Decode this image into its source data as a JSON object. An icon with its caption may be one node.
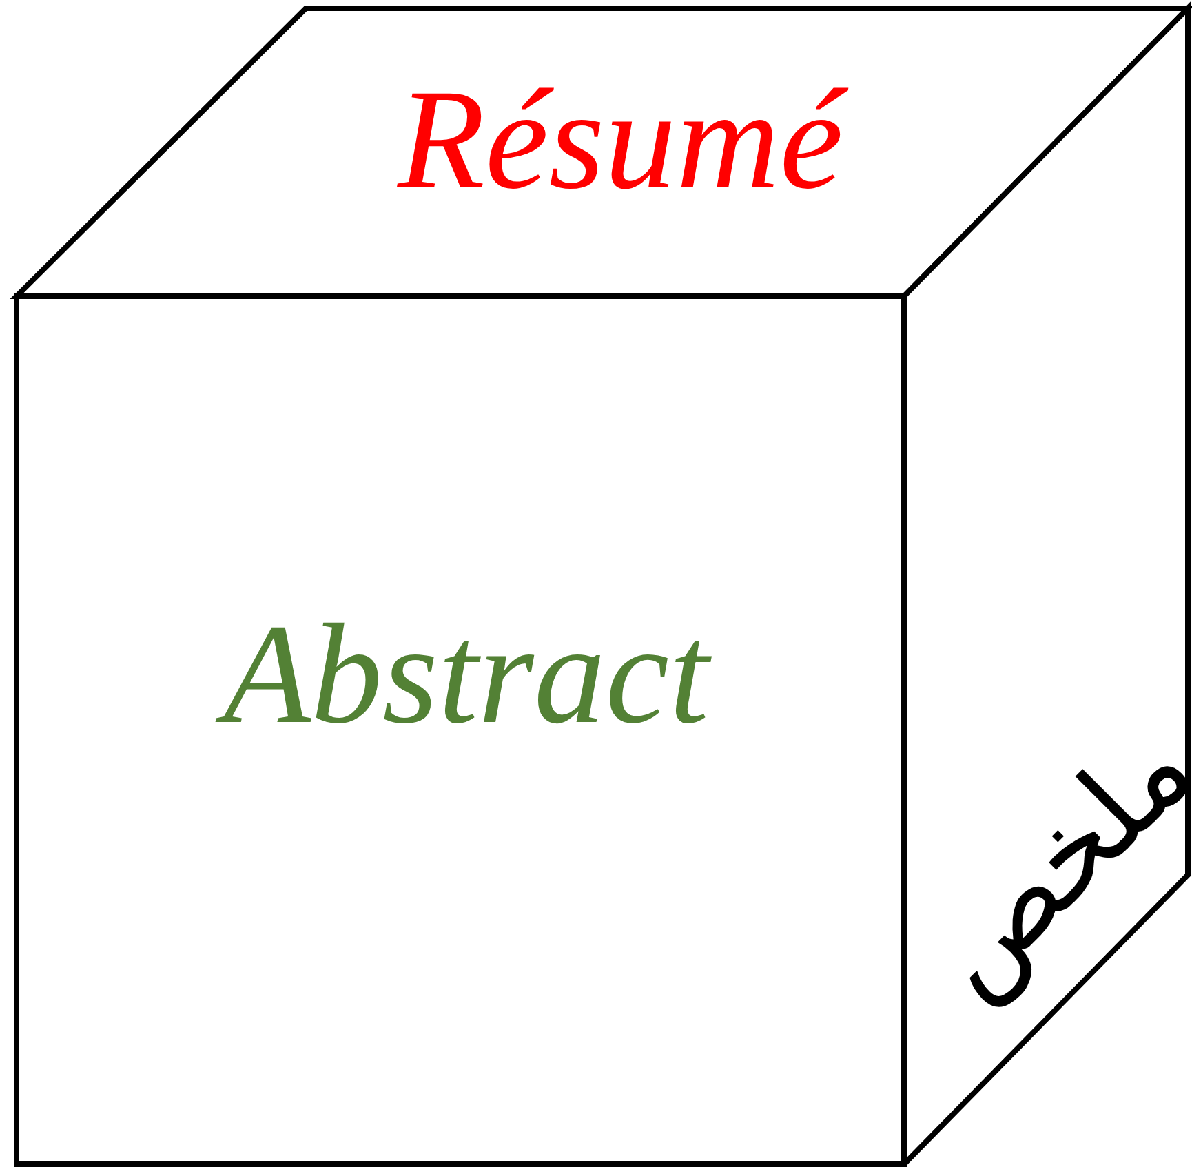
{
  "diagram": {
    "nodes": [
      {
        "text": [
          "Résumé"
        ]
      },
      {
        "text": [
          "Abstract"
        ]
      },
      {
        "text": [
          "ملخص"
        ]
      }
    ]
  }
}
